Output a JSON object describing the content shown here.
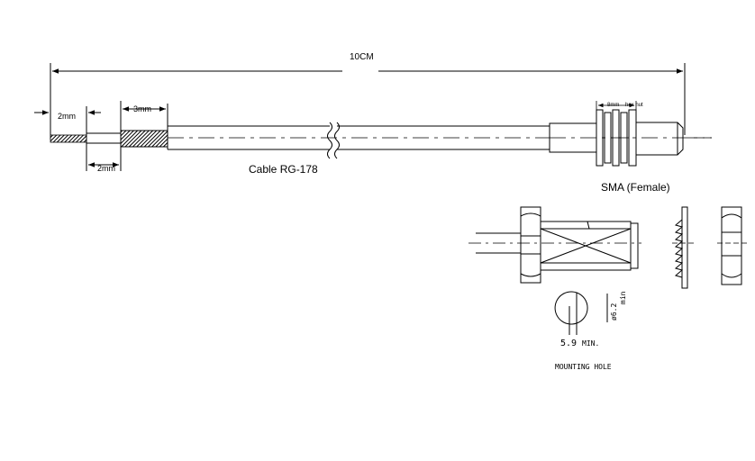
{
  "labels": {
    "total_length": "10CM",
    "strip_length_a": "2mm",
    "strip_length_b": "2mm",
    "braid_length": "3mm",
    "cable_name": "Cable RG-178",
    "nut_size": "8mm",
    "nut_label": "hex nut",
    "connector_name": "SMA (Female)",
    "hole_diameter": "ø6.2",
    "hole_diameter_min": "min",
    "hole_flat": "5.9",
    "hole_flat_min": "MIN.",
    "mounting_hole": "MOUNTING HOLE"
  },
  "colors": {
    "line": "#000000",
    "background": "#ffffff"
  }
}
